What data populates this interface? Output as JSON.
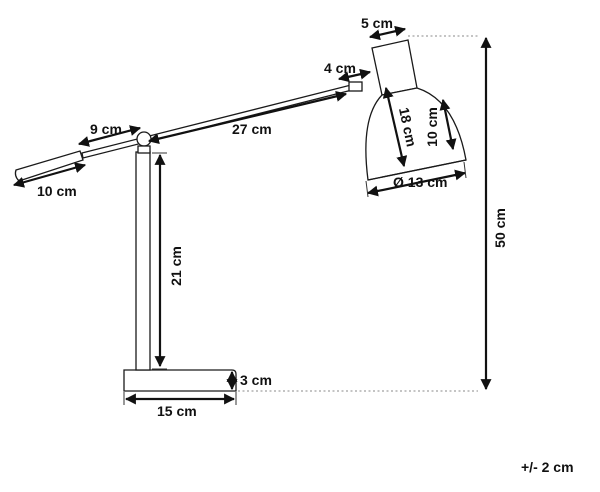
{
  "dimensions": {
    "shade_top_width": "5 cm",
    "joint_length": "4 cm",
    "shade_length": "18 cm",
    "shade_height": "10 cm",
    "shade_diameter": "Ø 13 cm",
    "rear_arm": "9 cm",
    "main_arm": "27 cm",
    "counterweight": "10 cm",
    "pole_height": "21 cm",
    "base_height": "3 cm",
    "base_width": "15 cm",
    "total_height": "50 cm"
  },
  "tolerance": "+/- 2 cm"
}
